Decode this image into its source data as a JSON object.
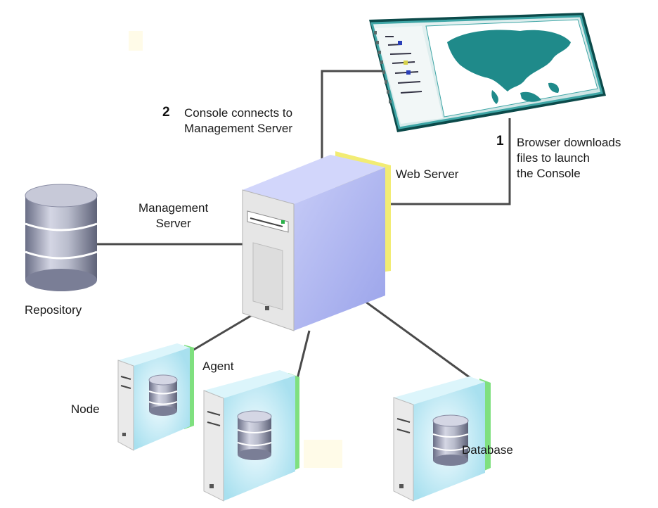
{
  "colors": {
    "line": "#4a4a4a",
    "server_body": "#b8bff2",
    "server_front": "#e4e4e4",
    "web_server_panel": "#f2ec74",
    "agent_panel": "#7fe07f",
    "node_body": "#b5e8f5",
    "database": "#b9bccc",
    "map_land": "#1f8a8a",
    "console_frame": "#3fa6a6"
  },
  "labels": {
    "step2_number": "2",
    "step2_line1": "Console connects to",
    "step2_line2": "Management Server",
    "step1_number": "1",
    "step1_line1": "Browser downloads",
    "step1_line2": "files to launch",
    "step1_line3": "the Console",
    "web_server": "Web Server",
    "management_server_line1": "Management",
    "management_server_line2": "Server",
    "repository": "Repository",
    "agent": "Agent",
    "node": "Node",
    "database": "Database"
  },
  "icons": {
    "console": "console-screenshot-icon",
    "management_server": "server-tower-icon",
    "repository": "database-cylinder-icon",
    "nodes": "node-server-icon"
  }
}
